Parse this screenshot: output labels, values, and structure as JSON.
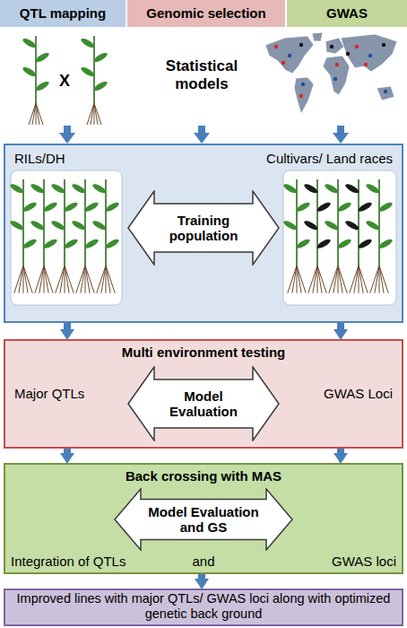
{
  "diagram": {
    "nodes": [
      {
        "text": [
          "QTL mapping"
        ]
      },
      {
        "text": [
          "Genomic selection"
        ]
      },
      {
        "text": [
          "GWAS"
        ]
      },
      {
        "text": [
          "RILs/DH",
          "Cultivars/ Land races"
        ]
      },
      {
        "text": [
          "Training population"
        ],
        "in": 3
      },
      {
        "text": [
          "Multi environment testing",
          "Major QTLs",
          "GWAS Loci"
        ]
      },
      {
        "text": [
          "Model Evaluation"
        ],
        "in": 5
      },
      {
        "text": [
          "Back crossing with MAS",
          "Integration of QTLs",
          "and",
          "GWAS loci"
        ]
      },
      {
        "text": [
          "Model Evaluation and GS"
        ],
        "in": 7
      },
      {
        "text": [
          "Improved lines with major QTLs/ GWAS loci along with optimized genetic back ground"
        ]
      }
    ],
    "edges": [
      {
        "from": 3,
        "to": 5,
        "arrow": "to"
      },
      {
        "from": 3,
        "to": 5,
        "arrow": "to"
      },
      {
        "from": 5,
        "to": 7,
        "arrow": "to"
      },
      {
        "from": 5,
        "to": 7,
        "arrow": "to"
      },
      {
        "from": 7,
        "to": 9,
        "arrow": "to"
      }
    ],
    "labels": [
      "Statistical models",
      "X"
    ]
  }
}
